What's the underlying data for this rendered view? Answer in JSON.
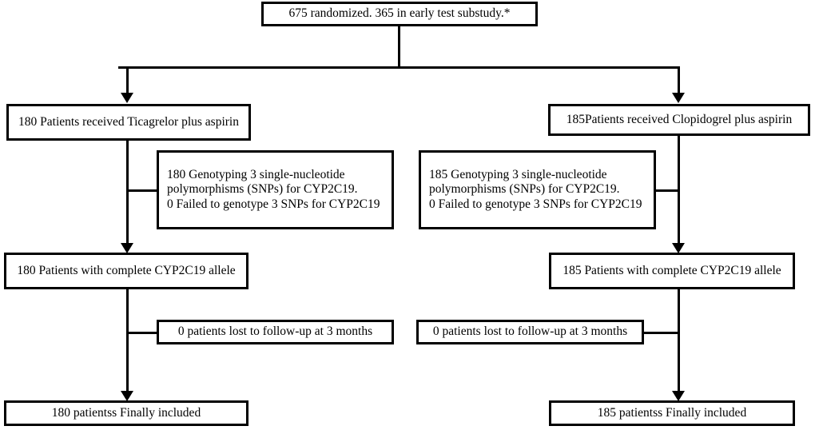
{
  "diagram": {
    "title": "CONSORT-style patient flow diagram",
    "line_color": "#000000",
    "background_color": "#ffffff",
    "nodes": {
      "enrollment": "675 randomized. 365 in early test substudy.*",
      "left_allocation": "180 Patients received Ticagrelor plus aspirin",
      "right_allocation": "185Patients received Clopidogrel plus aspirin",
      "left_genotyping": "180 Genotyping 3 single-nucleotide polymorphisms (SNPs) for CYP2C19.\n0 Failed to genotype 3 SNPs for CYP2C19",
      "right_genotyping": "185 Genotyping 3 single-nucleotide polymorphisms (SNPs) for CYP2C19.\n0 Failed to genotype 3 SNPs for CYP2C19",
      "left_complete_allele": "180 Patients with complete CYP2C19 allele",
      "right_complete_allele": "185 Patients with complete CYP2C19 allele",
      "left_lost_followup": "0 patients lost to follow-up at 3 months",
      "right_lost_followup": "0 patients lost to follow-up at 3 months",
      "left_final": "180 patientss Finally included",
      "right_final": "185 patientss Finally included"
    }
  }
}
